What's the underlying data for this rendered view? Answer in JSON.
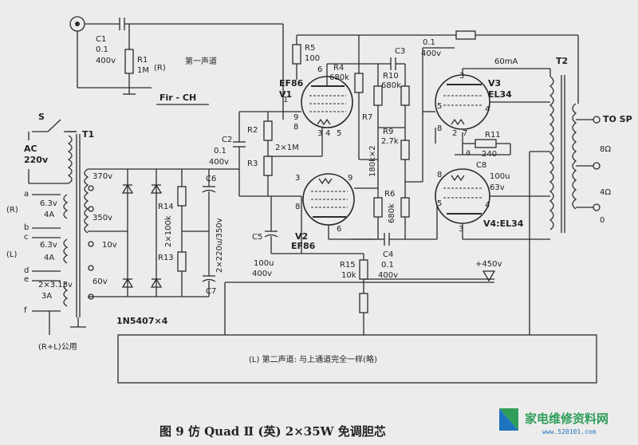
{
  "labels": {
    "c1": "C1",
    "c1_val": "0.1",
    "c1_v": "400v",
    "r1": "R1",
    "r1_val": "1M",
    "r_tag": "(R)",
    "ch1": "第一声道",
    "fir": "Fir - CH",
    "r5": "R5",
    "r5_val": "100",
    "r4": "R4",
    "r4_val": "680k",
    "ef86": "EF86",
    "v1": "V1",
    "c3": "C3",
    "r10": "R10",
    "r10_val": "680k",
    "c_top": "0.1",
    "c_top_v": "400v",
    "ma": "60mA",
    "v3": "V3",
    "el34": "EL34",
    "t2": "T2",
    "tosp": "TO SP",
    "sp8": "8Ω",
    "sp4": "4Ω",
    "sp0": "0",
    "c2": "C2",
    "c2_val": "0.1",
    "c2_v": "400v",
    "r2": "R2",
    "r3": "R3",
    "r23": "2×1M",
    "r7": "R7",
    "r9": "R9",
    "r9_val": "2.7k",
    "r11": "R11",
    "r11_val": "240",
    "c8": "C8",
    "c8_val": "100u",
    "c8_v": "63v",
    "r180": "180k×2",
    "r6": "R6",
    "r6_val": "680k",
    "v2": "V2",
    "ef86b": "EF86",
    "v4": "V4:EL34",
    "c5": "C5",
    "c5_val": "100u",
    "c5_v": "400v",
    "c4": "C4",
    "c4_val": "0.1",
    "c4_v": "400v",
    "r15": "R15",
    "r15_val": "10k",
    "v450": "+450v",
    "t1": "T1",
    "s": "S",
    "ac": "AC",
    "ac_v": "220v",
    "v370": "370v",
    "v350": "350v",
    "v10": "10v",
    "v60": "60v",
    "wa": "a",
    "wb": "b",
    "wc": "c",
    "wd": "d",
    "we": "e",
    "wf": "f",
    "h1": "6.3v",
    "h1a": "4A",
    "h2": "6.3v",
    "h2a": "4A",
    "h3": "2×3.15v",
    "h3a": "3A",
    "rt": "(R)",
    "lt": "(L)",
    "r14": "R14",
    "r13": "R13",
    "r1314": "2×100k",
    "c6": "C6",
    "c7": "C7",
    "c67": "2×220u/350v",
    "diodes": "1N5407×4",
    "shared": "(R+L)公用",
    "ch2": "(L) 第二声道: 与上通道完全一样(略)",
    "pin1": "1",
    "pin2": "2",
    "pin3": "3",
    "pin4": "4",
    "pin5": "5",
    "pin6": "6",
    "pin7": "7",
    "pin8": "8",
    "pin9": "9"
  },
  "caption": "图 9   仿 Quad Ⅱ (英) 2×35W 免调胆芯",
  "watermark": {
    "main": "家电维修资料网",
    "sub": "www.520101.com"
  },
  "colors": {
    "ink": "#2b2b2b",
    "paper": "#ececec",
    "wm_green": "#2f9e5a",
    "wm_blue": "#1e73be"
  }
}
